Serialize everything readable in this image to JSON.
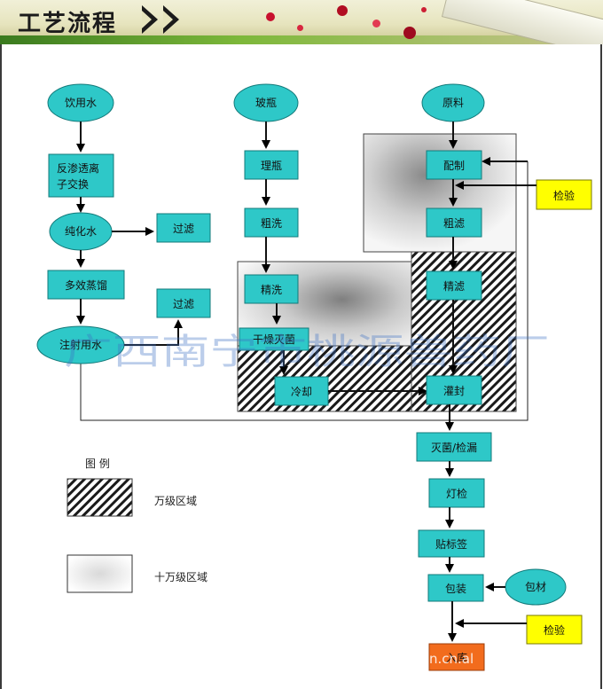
{
  "header": {
    "title": "工艺流程"
  },
  "watermark": {
    "text": "广西南宁市桃源兽药厂",
    "url_fragment": "n.cn.al"
  },
  "legend": {
    "title": "图 例",
    "hatched": "万级区域",
    "gradient": "十万级区域"
  },
  "nodes": {
    "drinking_water": "饮用水",
    "ro_ion": [
      "反渗透离",
      "子交换"
    ],
    "pure_water": "纯化水",
    "filter1": "过滤",
    "multi_distill": "多效蒸馏",
    "filter2": "过滤",
    "injection_water": "注射用水",
    "glass_bottle": "玻瓶",
    "sort_bottle": "理瓶",
    "rough_wash": "粗洗",
    "fine_wash": "精洗",
    "dry_sterilize": "干燥灭菌",
    "cooling": "冷却",
    "raw_material": "原料",
    "prepare": "配制",
    "inspect1": "检验",
    "rough_filter": "粗滤",
    "fine_filter": "精滤",
    "fill_seal": "灌封",
    "sterilize_leak": "灭菌/检漏",
    "light_inspect": "灯检",
    "labeling": "贴标签",
    "packing": "包装",
    "pack_material": "包材",
    "inspect2": "检验",
    "warehouse": "入库"
  },
  "colors": {
    "teal": "#2ec8c8",
    "yellow": "#ffff00",
    "orange": "#f26c1d",
    "ellipse": "#2ec8c8"
  }
}
